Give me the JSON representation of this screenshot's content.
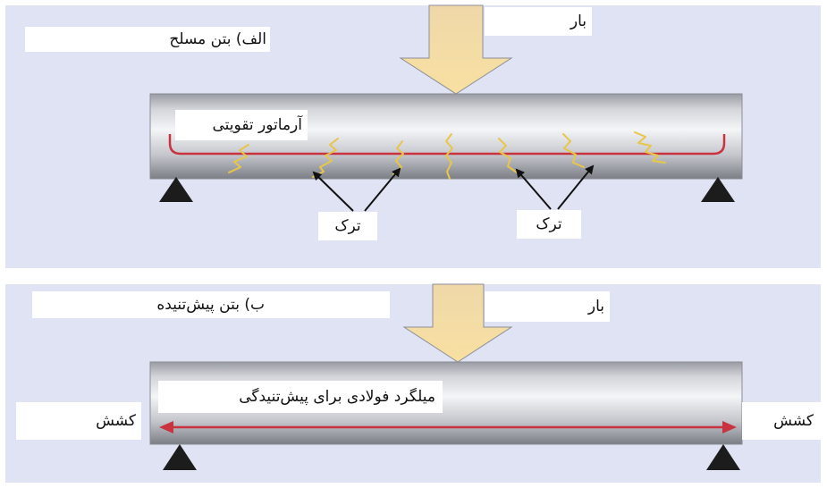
{
  "panel_a": {
    "title": "الف) بتن مسلح",
    "load_label": "بار",
    "rebar_label": "آرماتور تقویتی",
    "crack_label_left": "ترک",
    "crack_label_right": "ترک"
  },
  "panel_b": {
    "title": "ب) بتن پیش‌تنیده",
    "load_label": "بار",
    "tendon_label": "میلگرد فولادی برای پیش‌تنیدگی",
    "tension_left": "کشش",
    "tension_right": "کشش"
  },
  "colors": {
    "background_panel": "#dfe3f3",
    "beam_light": "#f2f3f6",
    "beam_dark": "#8c8e97",
    "load_arrow": "#f6dca0",
    "rebar": "#c9323f",
    "crack": "#e8c64a",
    "support": "#1c1c1c"
  }
}
